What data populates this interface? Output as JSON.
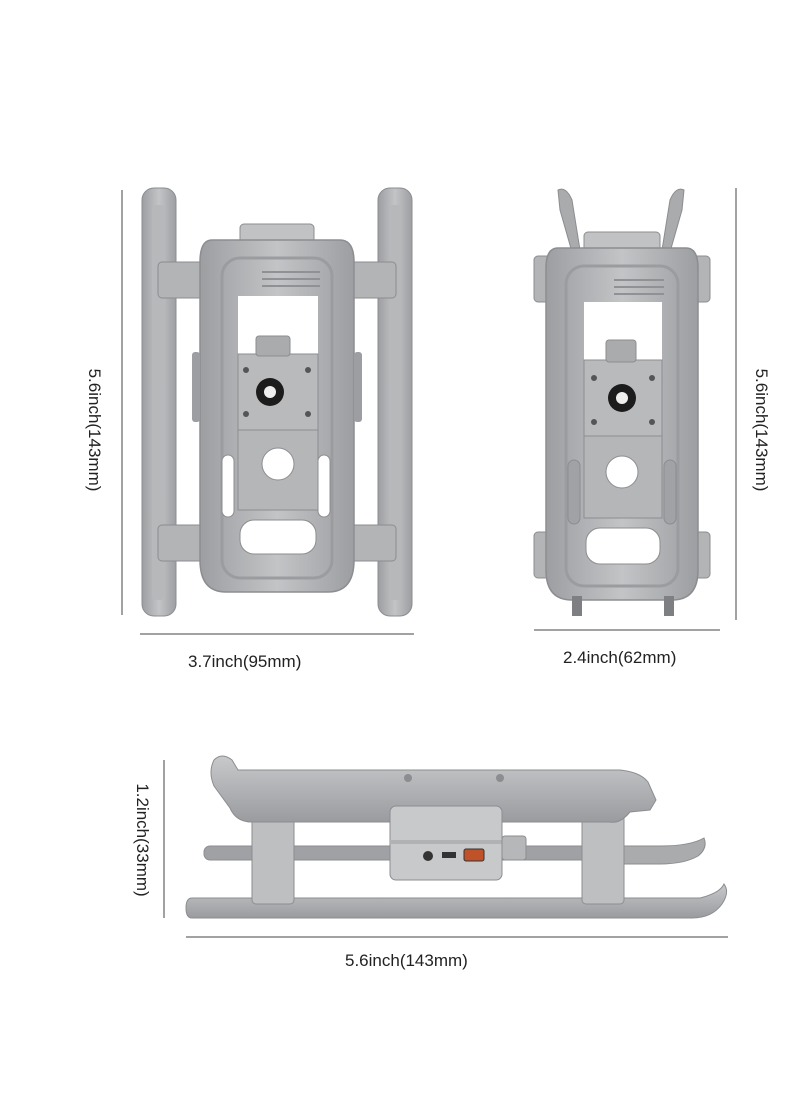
{
  "dimensions": {
    "front_height": "5.6inch(143mm)",
    "front_width": "3.7inch(95mm)",
    "back_height": "5.6inch(143mm)",
    "back_width": "2.4inch(62mm)",
    "side_height": "1.2inch(33mm)",
    "side_length": "5.6inch(143mm)"
  },
  "colors": {
    "body": "#a7a9ab",
    "body_light": "#c4c6c8",
    "body_dark": "#8b8d90",
    "line": "#555555"
  }
}
